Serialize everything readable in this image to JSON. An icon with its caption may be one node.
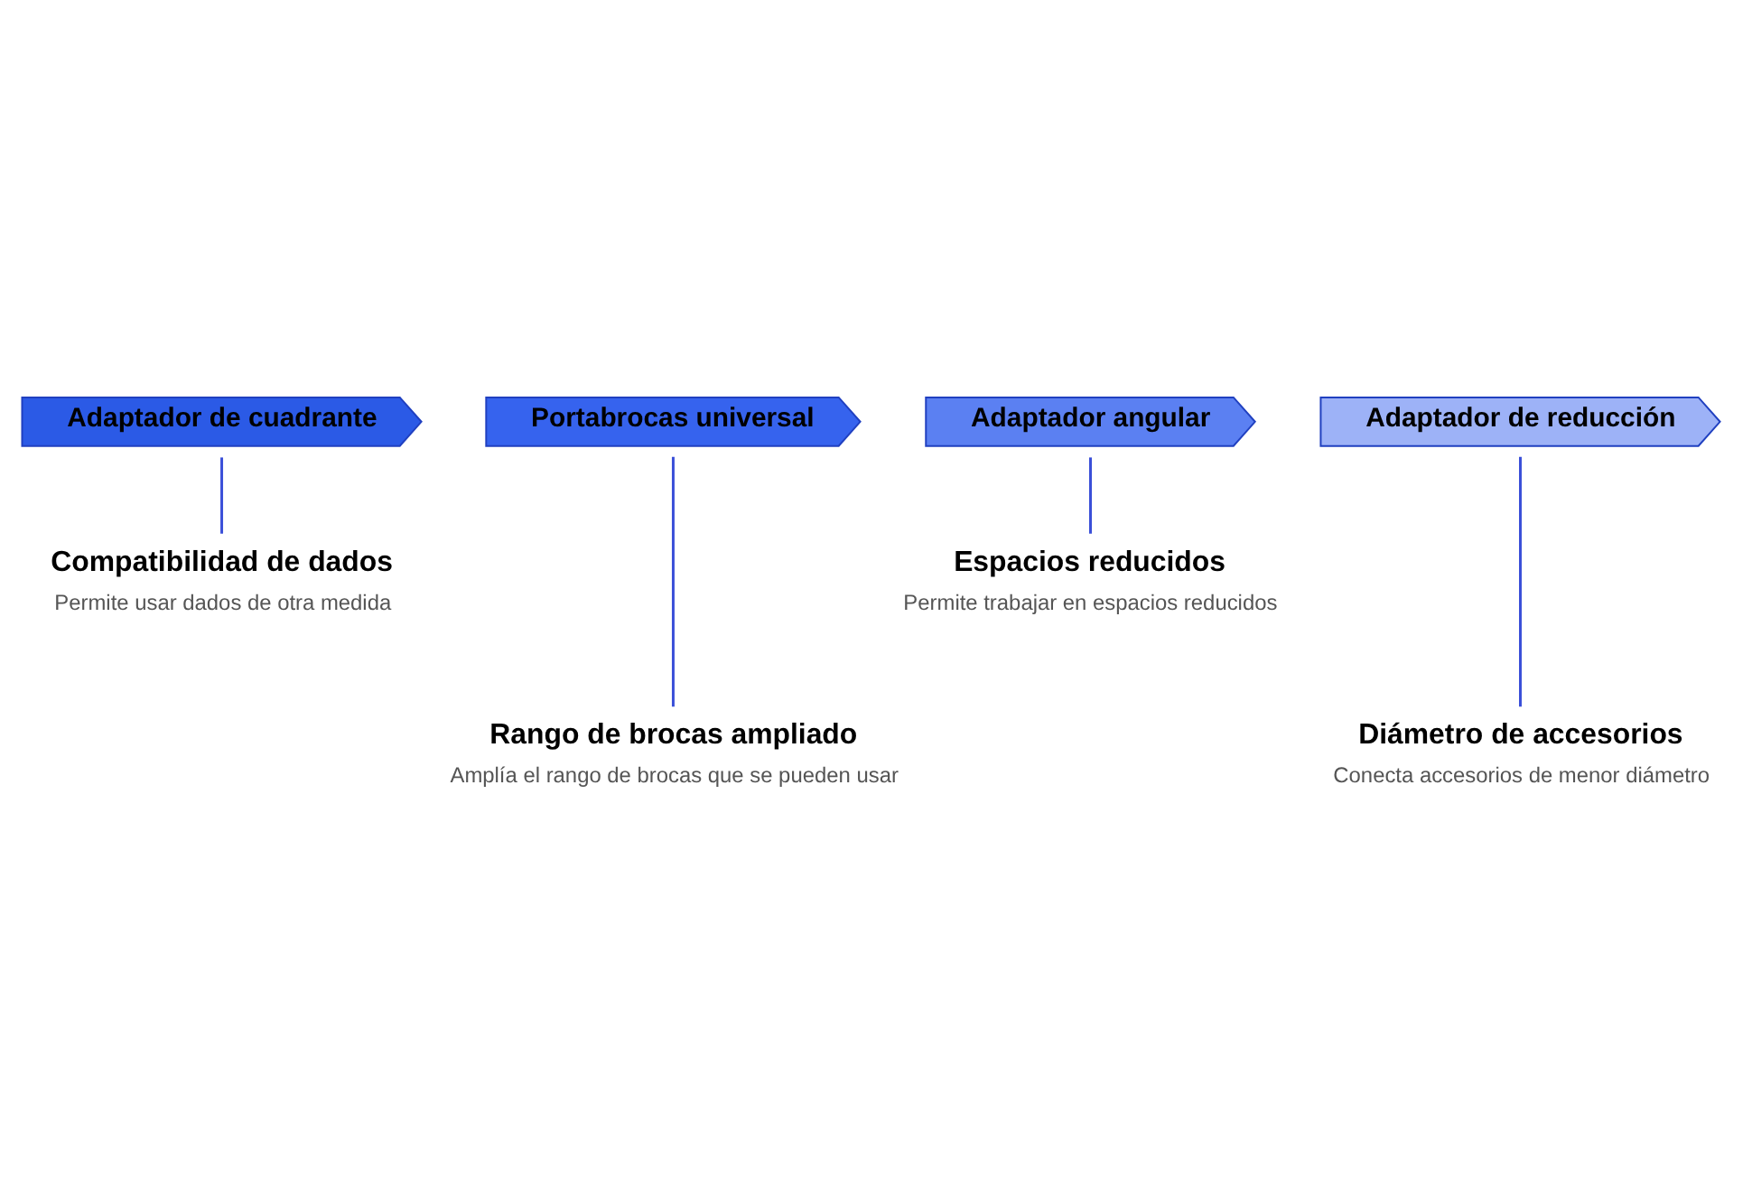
{
  "diagram": {
    "nodes": [
      {
        "text": [
          "Adaptador de cuadrante"
        ]
      },
      {
        "text": [
          "Compatibilidad de dados",
          "Permite usar dados de otra medida"
        ]
      },
      {
        "text": [
          "Portabrocas universal"
        ]
      },
      {
        "text": [
          "Rango de brocas ampliado",
          "Amplía el rango de brocas que se pueden usar"
        ]
      },
      {
        "text": [
          "Adaptador angular"
        ]
      },
      {
        "text": [
          "Espacios reducidos",
          "Permite trabajar en espacios reducidos"
        ]
      },
      {
        "text": [
          "Adaptador de reducción"
        ]
      },
      {
        "text": [
          "Diámetro de accesorios",
          "Conecta accesorios de menor diámetro"
        ]
      }
    ],
    "edges": [
      {
        "from": 0,
        "to": 1,
        "arrow": "none"
      },
      {
        "from": 2,
        "to": 3,
        "arrow": "none"
      },
      {
        "from": 4,
        "to": 5,
        "arrow": "none"
      },
      {
        "from": 6,
        "to": 7,
        "arrow": "none"
      }
    ]
  }
}
